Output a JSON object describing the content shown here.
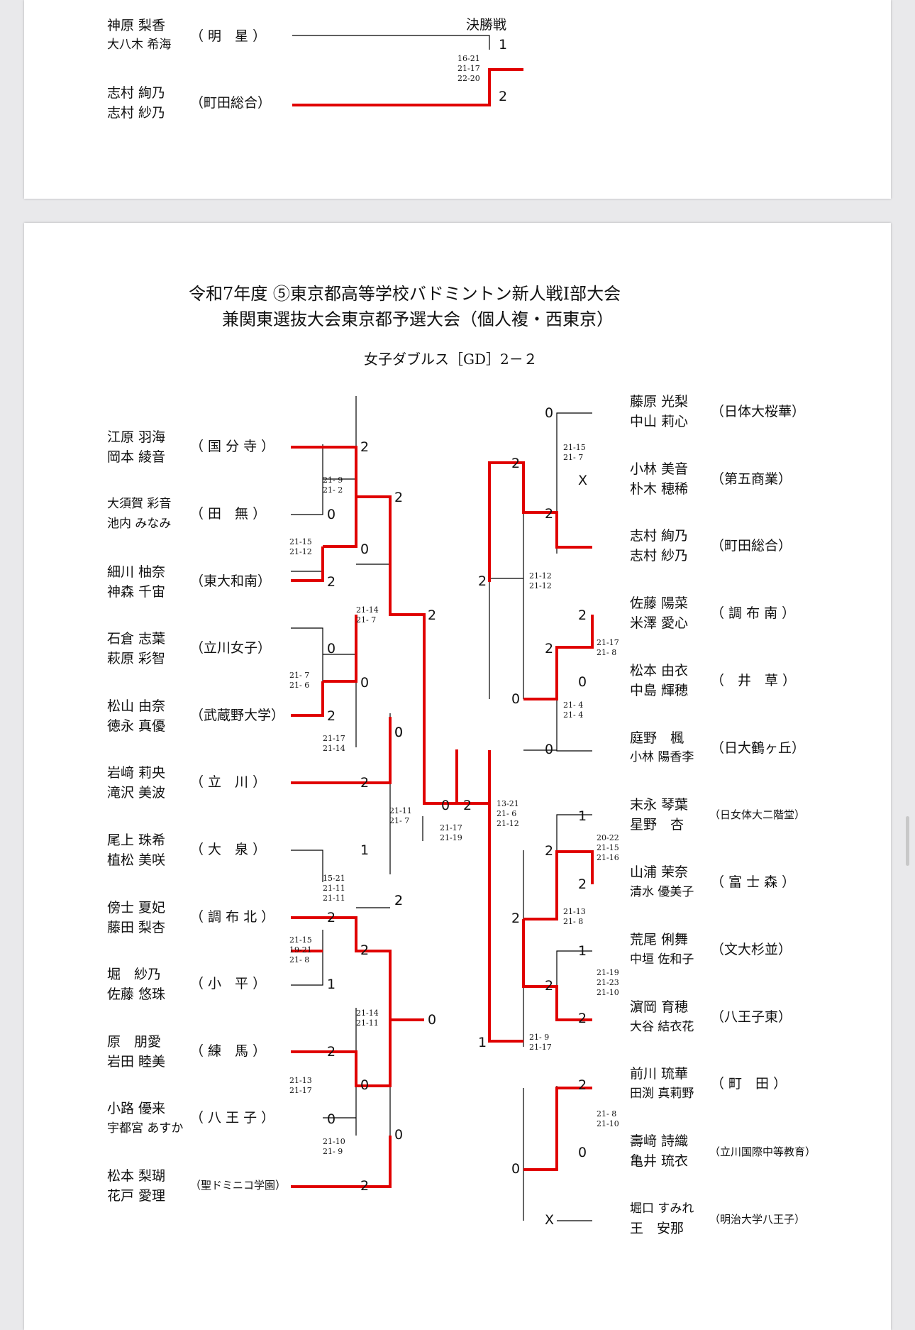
{
  "top_panel": {
    "final_label": "決勝戦",
    "players": [
      {
        "n1": "神原 梨香",
        "n2": "大八木 希海",
        "school": "（ 明　星 ）",
        "result": "1"
      },
      {
        "n1": "志村 絢乃",
        "n2": "志村 紗乃",
        "school": "（町田総合）",
        "result": "2"
      }
    ],
    "score": "16-21\n21-17\n22-20"
  },
  "header": {
    "title_line1": "令和7年度 ⑤東京都高等学校バドミントン新人戦Ⅰ部大会",
    "title_line2": "兼関東選抜大会東京都予選大会（個人複・西東京）",
    "subtitle": "女子ダブルス［GD］2－２"
  },
  "left_pairs": [
    {
      "n1": "江原 羽海",
      "n2": "岡本 綾音",
      "school": "（ 国 分 寺 ）"
    },
    {
      "n1": "大須賀 彩音",
      "n2": "池内 みなみ",
      "school": "（ 田　無 ）"
    },
    {
      "n1": "細川 柚奈",
      "n2": "神森 千宙",
      "school": "（東大和南）"
    },
    {
      "n1": "石倉 志葉",
      "n2": "萩原 彩智",
      "school": "（立川女子）"
    },
    {
      "n1": "松山 由奈",
      "n2": "徳永 真優",
      "school": "（武蔵野大学）"
    },
    {
      "n1": "岩﨑 莉央",
      "n2": "滝沢 美波",
      "school": "（ 立　川 ）"
    },
    {
      "n1": "尾上 珠希",
      "n2": "植松 美咲",
      "school": "（ 大　泉 ）"
    },
    {
      "n1": "傍士 夏妃",
      "n2": "藤田 梨杏",
      "school": "（ 調 布 北 ）"
    },
    {
      "n1": "堀　紗乃",
      "n2": "佐藤 悠珠",
      "school": "（ 小　平 ）"
    },
    {
      "n1": "原　朋愛",
      "n2": "岩田 睦美",
      "school": "（ 練　馬 ）"
    },
    {
      "n1": "小路 優来",
      "n2": "宇都宮 あすか",
      "school": "（ 八 王 子 ）"
    },
    {
      "n1": "松本 梨瑚",
      "n2": "花戸 愛理",
      "school": "（聖ドミニコ学園）"
    }
  ],
  "right_pairs": [
    {
      "n1": "藤原 光梨",
      "n2": "中山 莉心",
      "school": "（日体大桜華）"
    },
    {
      "n1": "小林 美音",
      "n2": "朴木 穂稀",
      "school": "（第五商業）"
    },
    {
      "n1": "志村 絢乃",
      "n2": "志村 紗乃",
      "school": "（町田総合）"
    },
    {
      "n1": "佐藤 陽菜",
      "n2": "米澤 愛心",
      "school": "（ 調 布 南 ）"
    },
    {
      "n1": "松本 由衣",
      "n2": "中島 輝穂",
      "school": "（　井　草 ）"
    },
    {
      "n1": "庭野　楓",
      "n2": "小林 陽香李",
      "school": "（日大鶴ヶ丘）"
    },
    {
      "n1": "末永 琴葉",
      "n2": "星野　杏",
      "school": "（日女体大二階堂）"
    },
    {
      "n1": "山浦 茉奈",
      "n2": "清水 優美子",
      "school": "（ 富 士 森 ）"
    },
    {
      "n1": "荒尾 俐舞",
      "n2": "中垣 佐和子",
      "school": "（文大杉並）"
    },
    {
      "n1": "濵岡 育穂",
      "n2": "大谷 結衣花",
      "school": "（八王子東）"
    },
    {
      "n1": "前川 琉華",
      "n2": "田渕 真莉野",
      "school": "（ 町　田 ）"
    },
    {
      "n1": "壽﨑 詩織",
      "n2": "亀井 琉衣",
      "school": "（立川国際中等教育）"
    },
    {
      "n1": "堀口 すみれ",
      "n2": "王　安那",
      "school": "（明治大学八王子）"
    }
  ],
  "results": {
    "L_r1": [
      "2",
      "0",
      "2",
      "0",
      "2",
      "2",
      "1",
      "2",
      "1",
      "2",
      "0",
      "2"
    ],
    "L_r2": [
      "2",
      "0",
      "0",
      "0",
      "2",
      "2",
      "0",
      "0"
    ],
    "L_r3": [
      "2",
      "0",
      "2",
      "0"
    ],
    "L_r4": [
      "2",
      "0"
    ],
    "center": [
      "0",
      "2"
    ],
    "R_r1": [
      "0",
      "X",
      "2",
      "2",
      "0",
      "0",
      "1",
      "2",
      "1",
      "2",
      "2",
      "0",
      "X"
    ],
    "R_r2": [
      "2",
      "0",
      "2",
      "2",
      "0"
    ],
    "R_r3": [
      "2",
      "0",
      "2",
      "1"
    ],
    "R_r4": [
      "2",
      "1"
    ]
  },
  "scores": {
    "L_a": "21- 9\n21- 2",
    "L_b": "21-15\n21-12",
    "L_c": "21- 7\n21- 6",
    "L_d": "21-17\n21-14",
    "L_e": "21-14\n21- 7",
    "L_f": "15-21\n21-11\n21-11",
    "L_g": "21-15\n19-21\n21- 8",
    "L_h": "21-13\n21-17",
    "L_i": "21-10\n21- 9",
    "L_j": "21-14\n21-11",
    "L_k": "21-11\n21- 7",
    "C": "21-17\n21-19",
    "R_k": "13-21\n21- 6\n21-12",
    "R_a": "21-15\n21- 7",
    "R_b": "21-12\n21-12",
    "R_c": "21-17\n21- 8",
    "R_d": "21- 4\n21- 4",
    "R_e": "20-22\n21-15\n21-16",
    "R_f": "21-13\n21- 8",
    "R_g": "21-19\n21-23\n21-10",
    "R_h": "21- 9\n21-17",
    "R_i": "21- 8\n21-10"
  }
}
